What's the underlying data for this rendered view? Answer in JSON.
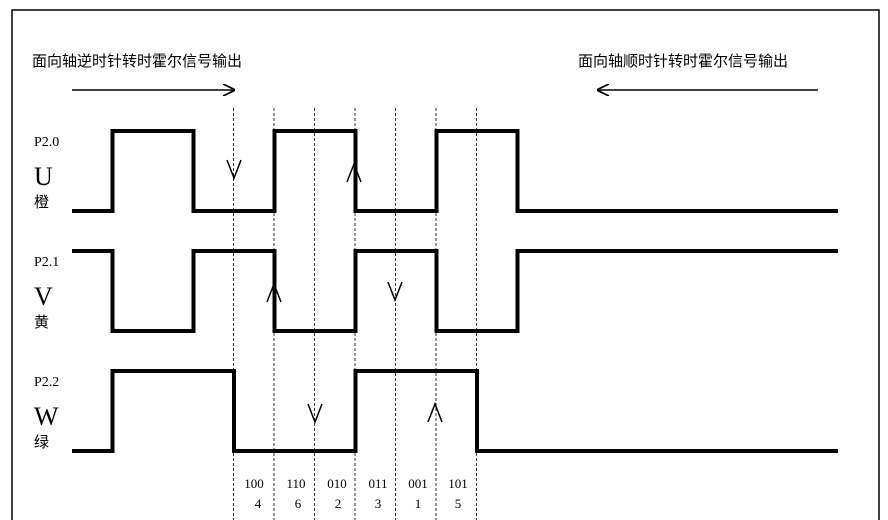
{
  "title_left": "面向轴逆时针转时霍尔信号输出",
  "title_right": "面向轴顺时针转时霍尔信号输出",
  "signals": [
    {
      "pin": "P2.0",
      "phase": "U",
      "color_label": "橙",
      "levels": [
        0,
        1,
        1,
        0,
        0,
        1,
        1,
        0,
        0,
        1,
        1,
        0,
        0
      ]
    },
    {
      "pin": "P2.1",
      "phase": "V",
      "color_label": "黄",
      "levels": [
        1,
        0,
        0,
        1,
        1,
        0,
        0,
        1,
        1,
        0,
        0,
        1,
        1
      ]
    },
    {
      "pin": "P2.2",
      "phase": "W",
      "color_label": "绿",
      "levels": [
        0,
        1,
        1,
        1,
        0,
        0,
        0,
        1,
        1,
        1,
        0,
        0,
        0
      ]
    }
  ],
  "states": [
    {
      "code": "100",
      "num": "4"
    },
    {
      "code": "110",
      "num": "6"
    },
    {
      "code": "010",
      "num": "2"
    },
    {
      "code": "011",
      "num": "3"
    },
    {
      "code": "001",
      "num": "1"
    },
    {
      "code": "101",
      "num": "5"
    }
  ]
}
